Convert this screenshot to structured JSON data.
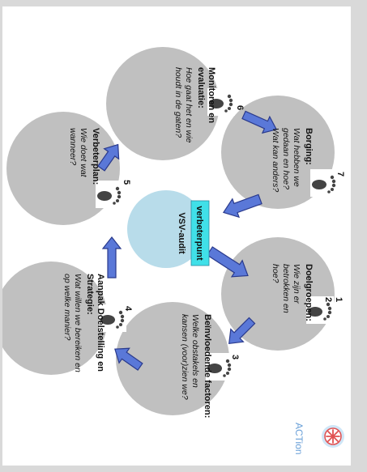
{
  "colors": {
    "background": "#d9d9d9",
    "circle": "#c0c0c0",
    "arrow_fill": "#5a78d8",
    "arrow_stroke": "#2a3a8c",
    "center_box": "#40e0e8",
    "center_glow": "#b8dcea",
    "logo_text": "#6aa0d8"
  },
  "center": {
    "box_text": "verbeterpunt",
    "sub_text": "VSV-audit"
  },
  "steps": [
    {
      "num": "1\n2",
      "title": "Doelgroepen:",
      "question": "Wie zijn er betrokken en hoe?"
    },
    {
      "num": "3",
      "title": "Beïnvloedende factoren:",
      "question": "Welke obstakels en kansen (voor)zien we?"
    },
    {
      "num": "4",
      "title": "Aanpak Doelstelling en Strategie:",
      "question": "Wat willen we bereiken en op welke manier?"
    },
    {
      "num": "5",
      "title": "Verbeterplan:",
      "question": "Wie doet wat wanneer?"
    },
    {
      "num": "6",
      "title": "Monitoren en evaluatie:",
      "question": "Hoe gaat het en wie houdt in de gaten?"
    },
    {
      "num": "7",
      "title": "Borging:",
      "question": "Wat hebben we gedaan en hoe? Wat kan anders?"
    }
  ],
  "logo": {
    "text": "ACTion",
    "icon": "asterisk-logo-icon"
  },
  "icons": {
    "footprint": "footprint-icon"
  }
}
